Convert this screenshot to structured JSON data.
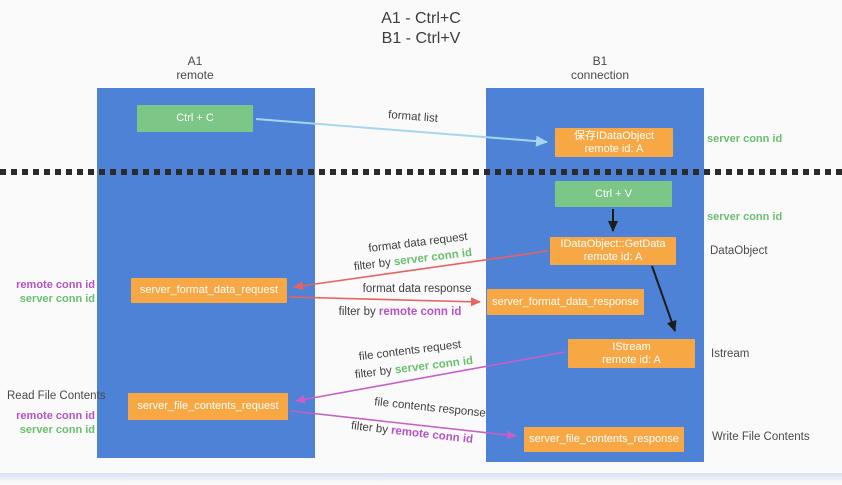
{
  "title": {
    "line1": "A1 - Ctrl+C",
    "line2": "B1 - Ctrl+V"
  },
  "lanes": {
    "a": {
      "name": "A1",
      "role": "remote"
    },
    "b": {
      "name": "B1",
      "role": "connection"
    }
  },
  "nodes": {
    "ctrl_c": {
      "label": "Ctrl + C"
    },
    "ctrl_v": {
      "label": "Ctrl + V"
    },
    "save_dataobject": {
      "line1": "保存IDataObject",
      "line2": "remote id: A"
    },
    "getdata": {
      "line1": "IDataObject::GetData",
      "line2": "remote id: A"
    },
    "istream": {
      "line1": "IStream",
      "line2": "remote id: A"
    },
    "server_format_data_request": {
      "label": "server_format_data_request"
    },
    "server_format_data_response": {
      "label": "server_format_data_response"
    },
    "server_file_contents_request": {
      "label": "server_file_contents_request"
    },
    "server_file_contents_response": {
      "label": "server_file_contents_response"
    }
  },
  "arrow_labels": {
    "format_list": "format list",
    "format_data_request": "format data request",
    "format_data_response": "format data response",
    "file_contents_request": "file contents request",
    "file_contents_response": "file contents response",
    "filter_by": "filter by ",
    "server_conn_id": "server conn id",
    "remote_conn_id": "remote conn id"
  },
  "side_labels": {
    "server_conn_id_top": "server conn id",
    "server_conn_id_mid": "server conn id",
    "dataobject": "DataObject",
    "istream": "Istream",
    "write_file_contents": "Write File Contents",
    "read_file_contents": "Read File Contents",
    "remote_conn_id": "remote conn id",
    "server_conn_id": "server conn id"
  },
  "colors": {
    "lane_blue": "#4d82d7",
    "node_green": "#7cc687",
    "node_orange": "#f7a844",
    "arrow_lightblue": "#a5d5f1",
    "arrow_red": "#e8635e",
    "arrow_magenta": "#c75fc8",
    "arrow_black": "#1c1c1c",
    "label_green": "#6abf6e",
    "label_purple": "#b452c6"
  }
}
